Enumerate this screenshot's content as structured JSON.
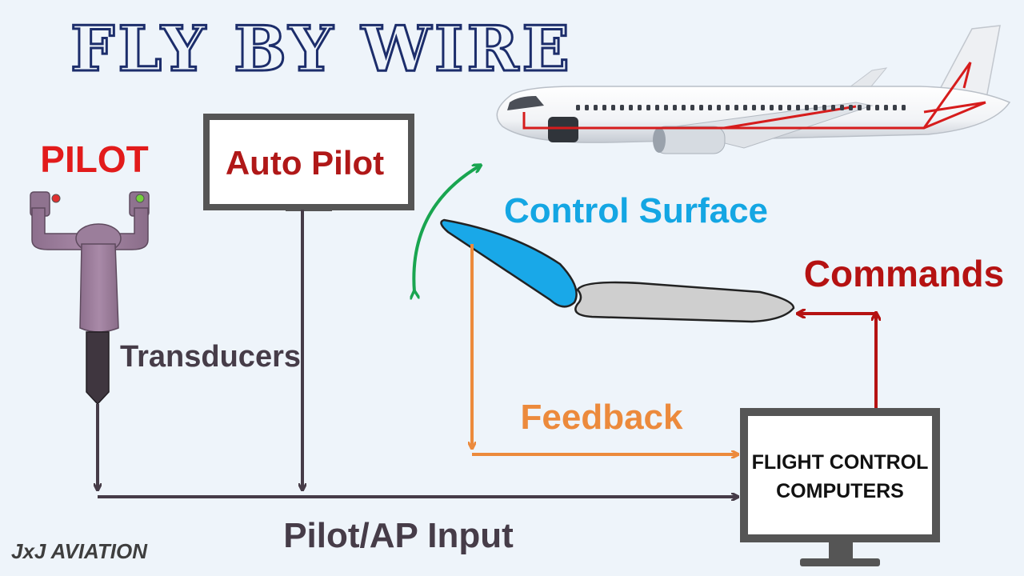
{
  "title": "FLY BY WIRE",
  "labels": {
    "pilot": "PILOT",
    "autopilot": "Auto Pilot",
    "control_surface": "Control Surface",
    "commands": "Commands",
    "transducers": "Transducers",
    "feedback": "Feedback",
    "fcc_line1": "FLIGHT CONTROL",
    "fcc_line2": "COMPUTERS",
    "input": "Pilot/AP Input",
    "watermark": "JxJ AVIATION"
  },
  "colors": {
    "title_stroke": "#1c2d6b",
    "pilot_red": "#e21b1b",
    "autopilot_red": "#b01818",
    "control_surface_blue": "#14a6e3",
    "commands_red": "#b51212",
    "feedback_orange": "#ec8a3c",
    "flow_dark": "#463c48",
    "fcc_frame": "#555555",
    "green_arrow": "#19a550",
    "wiring_red": "#d61c1c"
  },
  "icons": {
    "yoke": "control-yoke-icon",
    "airplane": "airliner-icon",
    "monitor": "computer-monitor-icon",
    "airfoil": "airfoil-icon"
  }
}
